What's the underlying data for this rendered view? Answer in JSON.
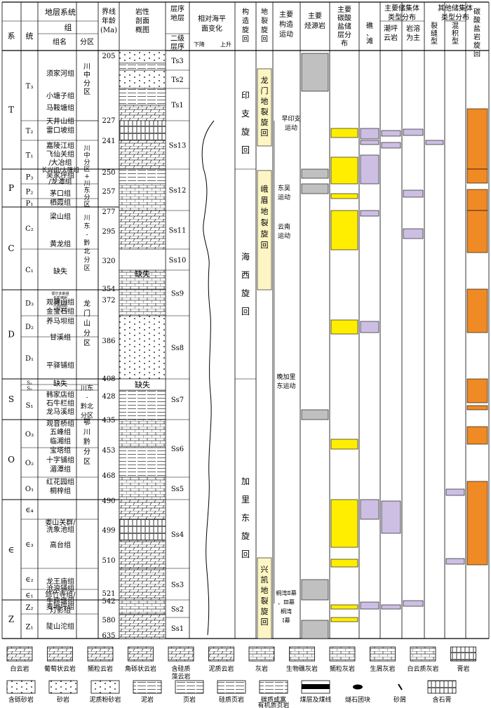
{
  "header": {
    "stratigraphy": "地层系统",
    "system": "系",
    "series": "统",
    "group_title": "组",
    "group_name": "组名",
    "division": "分区",
    "age": [
      "界线",
      "年龄",
      "(Ma)"
    ],
    "lithology": [
      "岩性",
      "剖面",
      "概图"
    ],
    "sequence": [
      "层序",
      "地层",
      "二级",
      "层序"
    ],
    "sealevel": [
      "相对海平",
      "面变化"
    ],
    "sealevel_fall": "下降",
    "sealevel_rise": "上升",
    "tectonic_cycle": [
      "构",
      "造",
      "旋",
      "回"
    ],
    "rift_cycle": [
      "地",
      "裂",
      "旋",
      "回"
    ],
    "tectonic_movement": [
      "主要",
      "构造",
      "运动"
    ],
    "source_rock": [
      "主要",
      "烃源岩"
    ],
    "carbonate_reservoir": [
      "主要",
      "碳酸",
      "盐储",
      "层分",
      "布"
    ],
    "reservoir_types": [
      "主要储集体",
      "类型分布"
    ],
    "reef_shoal": [
      "礁",
      "、",
      "滩"
    ],
    "tidal_dolomite": [
      "潮坪",
      "云岩"
    ],
    "karst": [
      "岩溶",
      "为主"
    ],
    "other_types": [
      "其他储集体",
      "类型分布"
    ],
    "fracture": [
      "裂",
      "缝",
      "型"
    ],
    "mixed": [
      "混",
      "积",
      "型"
    ],
    "carbonate_cycle": [
      "碳",
      "酸",
      "盐",
      "岩",
      "旋",
      "回"
    ]
  },
  "systems": [
    "T",
    "P",
    "C",
    "D",
    "S",
    "O",
    "∈",
    "Z"
  ],
  "series": [
    "T₃",
    "T₂",
    "T₁",
    "P₃",
    "P₂",
    "P₁",
    "C₂",
    "C₁",
    "D₃",
    "D₂",
    "D₁",
    "S₃",
    "S₂",
    "S₁",
    "O₃",
    "O₂",
    "O₁",
    "∈₄",
    "∈₃",
    "∈₂",
    "∈₁",
    "Z₂",
    "Z₁"
  ],
  "formations": [
    "须家河组",
    "小塘子组",
    "马鞍塘组",
    "天井山组",
    "雷口坡组",
    "嘉陵江组",
    "飞仙关组",
    "/大冶组",
    "长兴组/大隆组",
    "吴家坪组",
    "/龙潭组",
    "茅口组",
    "栖霞组",
    "梁山组",
    "黄龙组",
    "缺失",
    "观雾山组",
    "金宝石组",
    "养马坝组",
    "甘溪组",
    "平驿铺组",
    "缺失",
    "韩家店组",
    "石牛栏组",
    "龙马溪组",
    "观音桥组",
    "五峰组",
    "临湘组",
    "宝塔组",
    "十字铺组",
    "湄潭组",
    "红花园组",
    "桐梓组",
    "娄山关群/",
    "洗象池组",
    "高台组",
    "龙王庙组",
    "沧浪铺组",
    "筇竹寺组/",
    "牛蹄塘组",
    "麦地坪组",
    "灯影组",
    "陡山沱组"
  ],
  "d3_formations": [
    "鄂尔多斯组",
    "长蛇坡组",
    "沙窝子组",
    "小圆田组",
    "土桥子组"
  ],
  "divisions": {
    "d1": [
      "川",
      "中",
      "分",
      "区"
    ],
    "d2": [
      "川",
      "中",
      "分",
      "区",
      "+",
      "川",
      "东",
      "分",
      "区"
    ],
    "d3": [
      "川",
      "东",
      "-",
      "黔",
      "北",
      "分",
      "区"
    ],
    "d4": [
      "龙",
      "门",
      "山",
      "分",
      "区"
    ],
    "d5": [
      "川东",
      "-",
      "黔北",
      "分区"
    ],
    "d6": [
      "鄂",
      "川",
      "黔",
      "分",
      "区"
    ]
  },
  "ages": [
    "205",
    "227",
    "241",
    "250",
    "257",
    "277",
    "295",
    "320",
    "354",
    "372",
    "386",
    "408",
    "428",
    "435",
    "453",
    "468",
    "490",
    "499",
    "510",
    "521",
    "542",
    "580",
    "635"
  ],
  "missing_label": "缺失",
  "sequences": [
    "Ts3",
    "Ts2",
    "Ts1",
    "Ss13",
    "Ss12",
    "Ss11",
    "Ss10",
    "Ss9",
    "Ss8",
    "Ss7",
    "Ss6",
    "Ss5",
    "Ss4",
    "Ss3",
    "Ss2",
    "Ss1"
  ],
  "tectonic_cycles": {
    "indosinian": [
      "印",
      "支",
      "旋",
      "回"
    ],
    "hercynian": [
      "海",
      "西",
      "旋",
      "回"
    ],
    "caledonian": [
      "加",
      "里",
      "东",
      "旋",
      "回"
    ]
  },
  "rift_cycles": {
    "longmen": [
      "龙",
      "门",
      "地",
      "裂",
      "旋",
      "回"
    ],
    "emei": [
      "峨",
      "眉",
      "地",
      "裂",
      "旋",
      "回"
    ],
    "xingkai": [
      "兴",
      "凯",
      "地",
      "裂",
      "旋",
      "回"
    ]
  },
  "movements": {
    "early_indosinian": [
      "早印支",
      "运动"
    ],
    "dongwu": [
      "东吴",
      "运动"
    ],
    "yunnan": [
      "云南",
      "运动"
    ],
    "late_caledonian": [
      "晚加里",
      "东运动"
    ],
    "tongwan": [
      "桐湾Ⅱ幕",
      "、Ⅲ幕",
      "桐湾",
      "Ⅰ幕"
    ]
  },
  "colors": {
    "source_rock": "#c0c0c0",
    "carbonate_reservoir": "#ffee00",
    "reservoir_type": "#cdbfe3",
    "carbonate_cycle": "#f08a24",
    "rift_cycle_fill": "#fdf6c4"
  },
  "legend": [
    {
      "label": "白云岩",
      "icon": "dolomite-icon"
    },
    {
      "label": "葡萄状云岩",
      "icon": "botryoidal-dolomite-icon"
    },
    {
      "label": "鲕粒云岩",
      "icon": "oolitic-dolomite-icon"
    },
    {
      "label": "角砾状云岩",
      "icon": "brecciated-dolomite-icon"
    },
    {
      "label": "含硅质",
      "label2": "藻云岩",
      "icon": "siliceous-algal-dolomite-icon"
    },
    {
      "label": "泥质云岩",
      "icon": "argillaceous-dolomite-icon"
    },
    {
      "label": "灰岩",
      "icon": "limestone-icon"
    },
    {
      "label": "生物礁灰岩",
      "icon": "reef-limestone-icon"
    },
    {
      "label": "鲕粒灰岩",
      "icon": "oolitic-limestone-icon"
    },
    {
      "label": "生屑灰岩",
      "icon": "bioclastic-limestone-icon"
    },
    {
      "label": "白云质灰岩",
      "icon": "dolomitic-limestone-icon"
    },
    {
      "label": "膏岩",
      "icon": "gypsum-icon"
    },
    {
      "label": "含砾砂岩",
      "icon": "pebbly-sandstone-icon"
    },
    {
      "label": "砂岩",
      "icon": "sandstone-icon"
    },
    {
      "label": "泥质粉砂岩",
      "icon": "argillaceous-siltstone-icon"
    },
    {
      "label": "泥岩",
      "icon": "mudstone-icon"
    },
    {
      "label": "页岩",
      "icon": "shale-icon"
    },
    {
      "label": "硅质页岩",
      "icon": "siliceous-shale-icon"
    },
    {
      "label": "碳质或富",
      "label2": "有机质页岩",
      "icon": "carbonaceous-shale-icon"
    },
    {
      "label": "煤层及煤线",
      "icon": "coal-icon"
    },
    {
      "label": "燧石团块",
      "icon": "chert-nodule-icon"
    },
    {
      "label": "砂屑",
      "icon": "sand-clast-icon"
    },
    {
      "label": "含石膏",
      "icon": "gypsiferous-icon"
    }
  ]
}
